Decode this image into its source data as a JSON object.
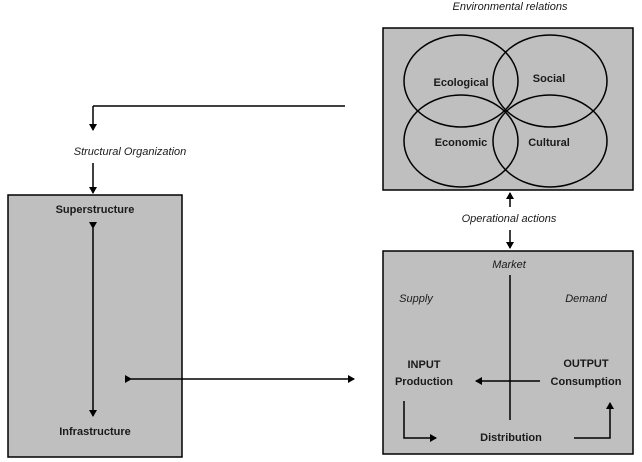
{
  "top_caption": "Environmental relations",
  "structural_label": "Structural Organization",
  "operational_label": "Operational actions",
  "venn": {
    "ecological": "Ecological",
    "social": "Social",
    "economic": "Economic",
    "cultural": "Cultural"
  },
  "left_box": {
    "top": "Superstructure",
    "bottom": "Infrastructure"
  },
  "market_box": {
    "market": "Market",
    "supply": "Supply",
    "demand": "Demand",
    "input_line1": "INPUT",
    "input_line2": "Production",
    "output_line1": "OUTPUT",
    "output_line2": "Consumption",
    "distribution": "Distribution"
  },
  "colors": {
    "box_fill": "#bfbfbf",
    "stroke": "#000000"
  }
}
